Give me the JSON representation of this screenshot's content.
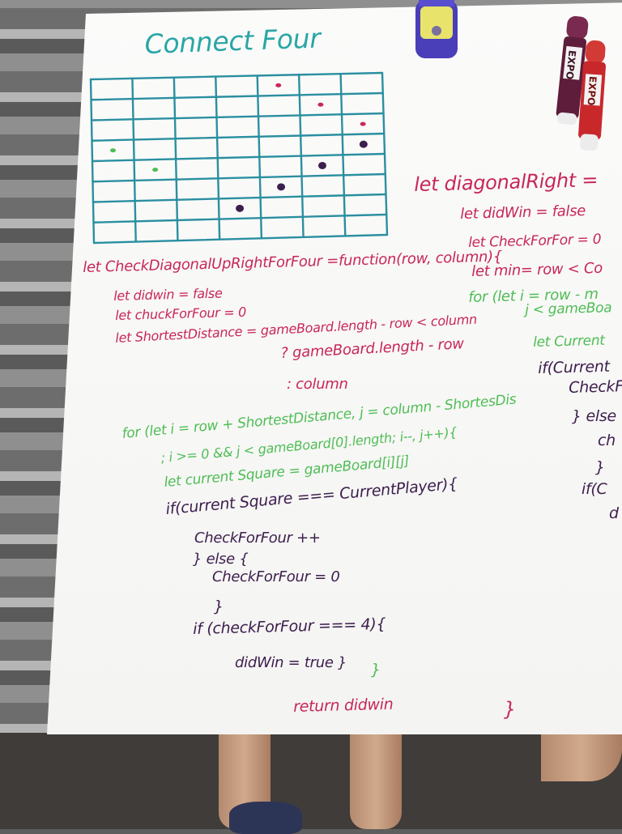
{
  "title": "Connect Four",
  "colors": {
    "title": "#2aa6a5",
    "function_header": "#c8265a",
    "loop": "#4fbd55",
    "body": "#3d1e4e",
    "grid_line": "#2a8fa0"
  },
  "grid": {
    "columns": 7,
    "rows": 8,
    "pieces": [
      {
        "col": 4,
        "row": 0,
        "color": "#c8265a"
      },
      {
        "col": 5,
        "row": 1,
        "color": "#c8265a"
      },
      {
        "col": 6,
        "row": 2,
        "color": "#c8265a"
      },
      {
        "col": 0,
        "row": 3,
        "color": "#4fbd55"
      },
      {
        "col": 6,
        "row": 3,
        "color": "#3d1e4e"
      },
      {
        "col": 1,
        "row": 4,
        "color": "#4fbd55"
      },
      {
        "col": 5,
        "row": 4,
        "color": "#3d1e4e"
      },
      {
        "col": 4,
        "row": 5,
        "color": "#3d1e4e"
      },
      {
        "col": 3,
        "row": 6,
        "color": "#3d1e4e"
      }
    ]
  },
  "markers": [
    {
      "brand": "EXPO",
      "color": "#5e1d3a",
      "cap": "#7a2a4f"
    },
    {
      "brand": "EXPO",
      "color": "#c9282b",
      "cap": "#d23a36"
    }
  ],
  "glue_bottle": {
    "color": "#4a3fb8"
  },
  "right_code": {
    "line1": "let diagonalRight = ",
    "line2": "let didWin = false",
    "line3": "let CheckForFor = 0",
    "line4": "let min= row < Co",
    "line5": "for (let i = row - m",
    "line6": "j < gameBoa",
    "line7": "let Current",
    "line8": "if(Current",
    "line9": "CheckF",
    "line10": "} else",
    "line11": "ch",
    "line12": "}",
    "line13": "if(C",
    "line14": "d"
  },
  "left_code": {
    "function_line": "let CheckDiagonalUpRightForFour =function(row, column){",
    "didwin": "let didwin = false",
    "checkforfour": "let chuckForFour = 0",
    "shortest": "let ShortestDistance = gameBoard.length - row < column",
    "ternary_true": "? gameBoard.length - row",
    "ternary_false": ": column",
    "for_line": "for (let i = row + ShortestDistance, j = column - ShortesDis",
    "for_cond": "; i >= 0 && j < gameBoard[0].length; i--, j++){",
    "current_square": "let current Square = gameBoard[i][j]",
    "if_line": "if(current Square === CurrentPlayer){",
    "increment": "CheckForFour ++",
    "else_line": "} else {",
    "reset": "CheckForFour = 0",
    "close_brace1": "}",
    "if_four": "if (checkForFour === 4){",
    "didwin_true": "didWin = true }",
    "close_brace2": "}",
    "return_line": "return didwin",
    "close_brace3": "}"
  }
}
